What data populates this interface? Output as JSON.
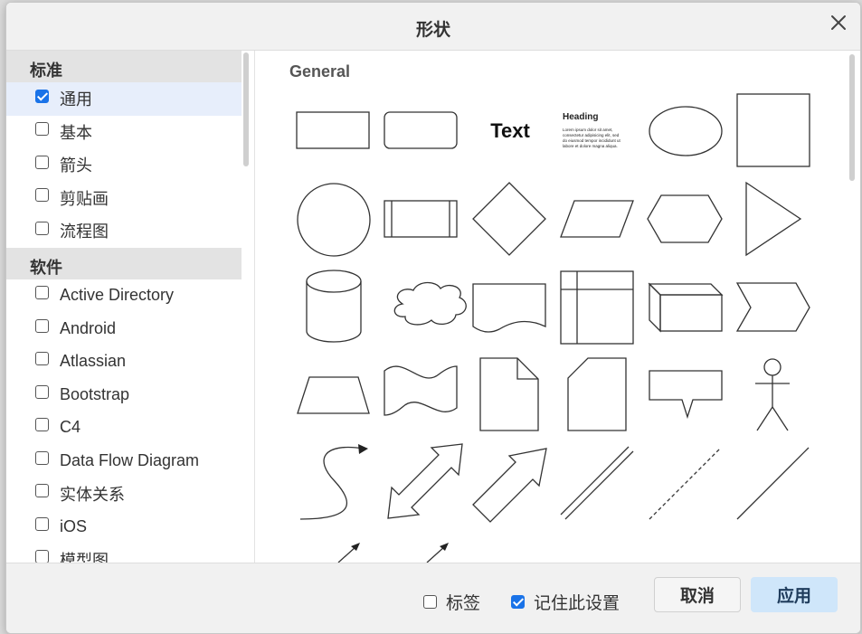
{
  "dialog": {
    "title": "形状"
  },
  "sidebar": {
    "groups": [
      {
        "label": "标准",
        "items": [
          {
            "label": "通用",
            "checked": true
          },
          {
            "label": "基本",
            "checked": false
          },
          {
            "label": "箭头",
            "checked": false
          },
          {
            "label": "剪贴画",
            "checked": false
          },
          {
            "label": "流程图",
            "checked": false
          }
        ]
      },
      {
        "label": "软件",
        "items": [
          {
            "label": "Active Directory",
            "checked": false
          },
          {
            "label": "Android",
            "checked": false
          },
          {
            "label": "Atlassian",
            "checked": false
          },
          {
            "label": "Bootstrap",
            "checked": false
          },
          {
            "label": "C4",
            "checked": false
          },
          {
            "label": "Data Flow Diagram",
            "checked": false
          },
          {
            "label": "实体关系",
            "checked": false
          },
          {
            "label": "iOS",
            "checked": false
          },
          {
            "label": "模型图",
            "checked": false
          }
        ]
      }
    ]
  },
  "main": {
    "section_title": "General",
    "shapes_preview": {
      "text_shape": "Text",
      "heading_shape_title": "Heading",
      "heading_shape_body": [
        "Lorem ipsum dolor sit amet,",
        "consectetur adipisicing elit, sed",
        "do eiusmod tempor incididunt ut",
        "labore et dolore magna aliqua."
      ]
    }
  },
  "footer": {
    "labels_checkbox": {
      "label": "标签",
      "checked": false
    },
    "remember_checkbox": {
      "label": "记住此设置",
      "checked": true
    },
    "cancel_label": "取消",
    "apply_label": "应用"
  },
  "colors": {
    "accent": "#1a73e8",
    "apply_bg": "#cfe6fa",
    "selected_row": "#e7eefb",
    "group_header": "#e3e3e3"
  }
}
